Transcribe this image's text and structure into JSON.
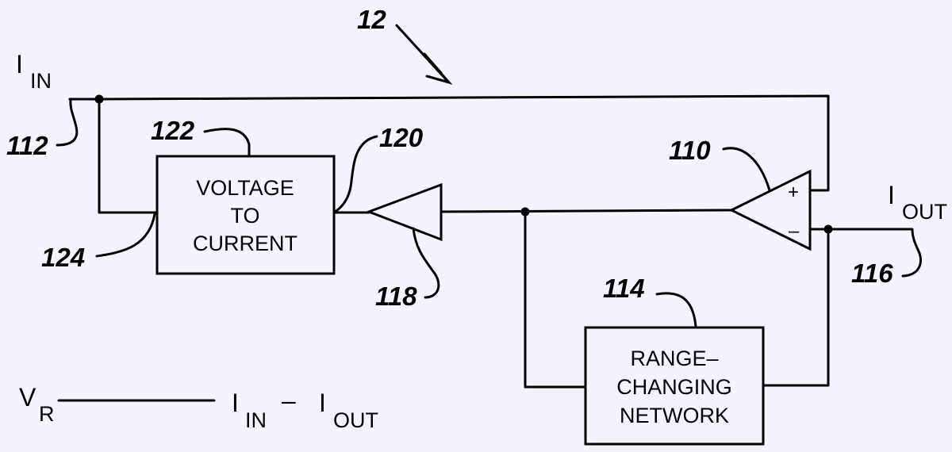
{
  "blocks": {
    "v2c": {
      "line1": "VOLTAGE",
      "line2": "TO",
      "line3": "CURRENT"
    },
    "range": {
      "line1": "RANGE–",
      "line2": "CHANGING",
      "line3": "NETWORK"
    }
  },
  "signals": {
    "iin": {
      "main": "I",
      "sub": "IN"
    },
    "iout": {
      "main": "I",
      "sub": "OUT"
    }
  },
  "opamp": {
    "plus": "+",
    "minus": "–"
  },
  "refs": {
    "r12": "12",
    "r110": "110",
    "r112": "112",
    "r114": "114",
    "r116": "116",
    "r118": "118",
    "r120": "120",
    "r122": "122",
    "r124": "124"
  },
  "legend": {
    "vr_main": "V",
    "vr_sub": "R",
    "i1_main": "I",
    "i1_sub": "IN",
    "minus": "–",
    "i2_main": "I",
    "i2_sub": "OUT"
  }
}
